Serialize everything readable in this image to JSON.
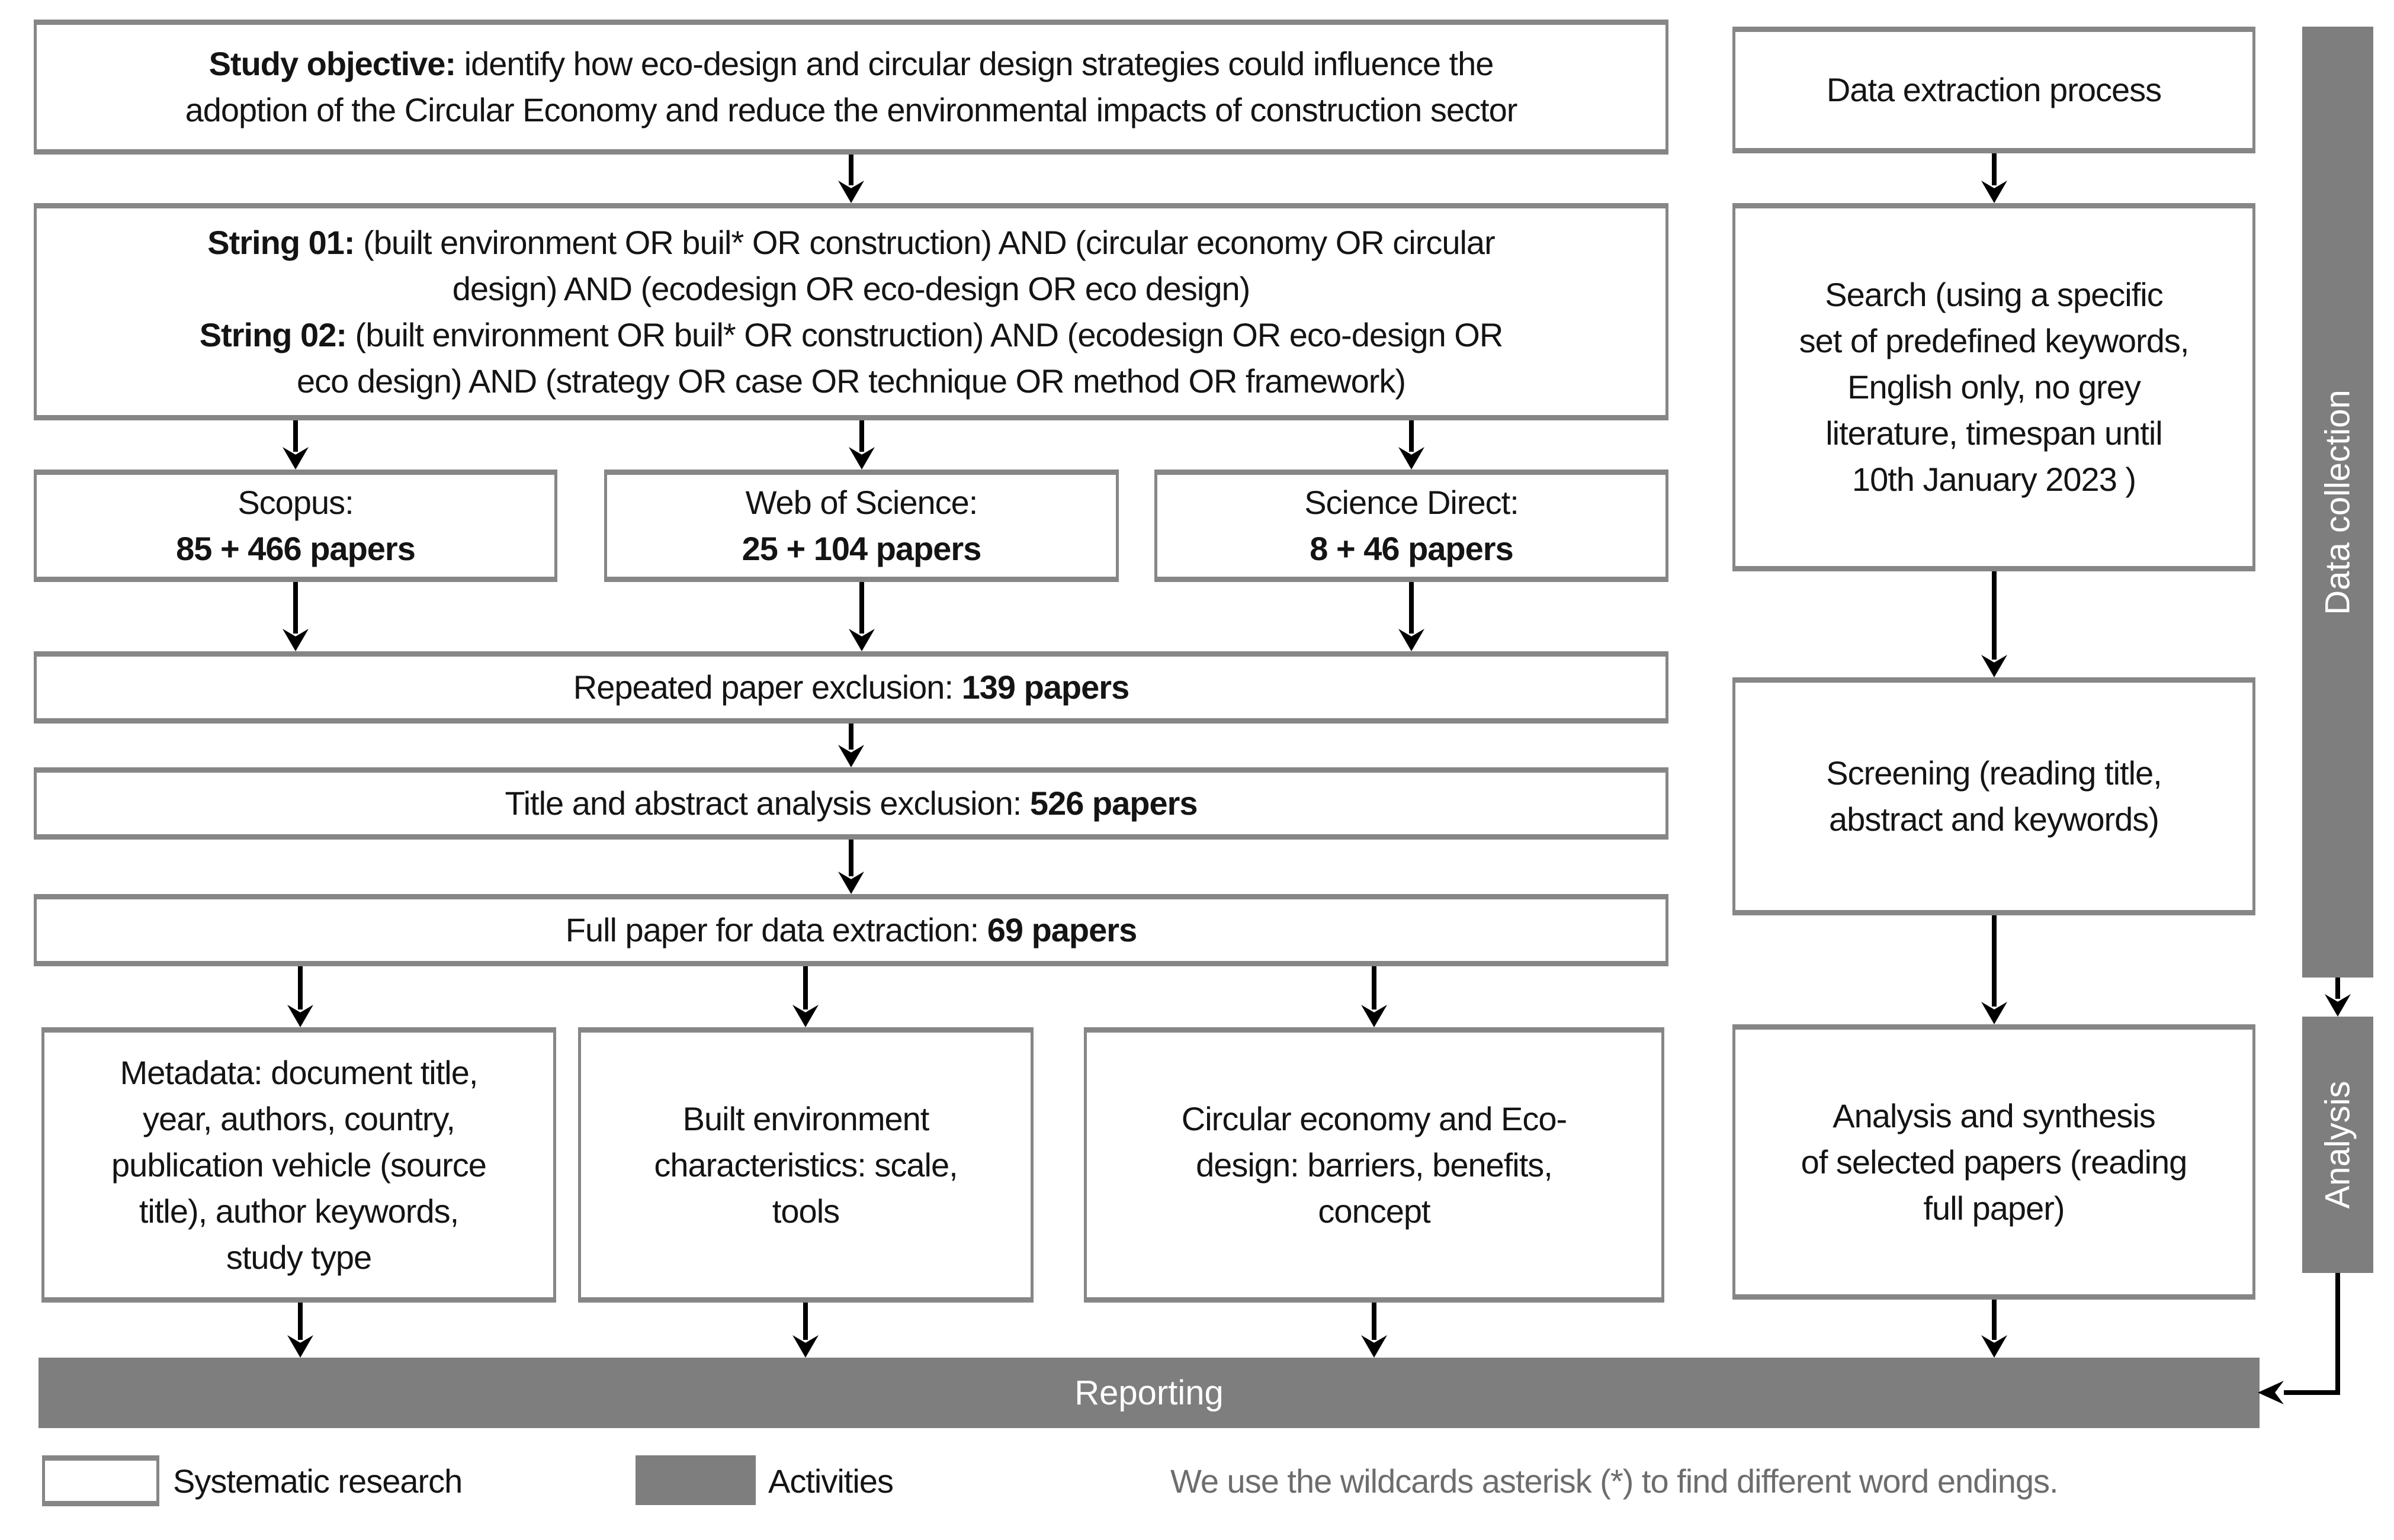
{
  "figure": {
    "study_objective": {
      "lead": "Study objective:",
      "text": " identify how eco-design and circular design strategies could influence the\nadoption of the Circular Economy and reduce the environmental impacts of construction sector"
    },
    "search_strings": {
      "s1_label": "String 01:",
      "s1_text": " (built environment OR buil* OR construction) AND (circular economy OR circular\ndesign) AND (ecodesign OR eco-design OR eco design)\n",
      "s2_label": "String 02:",
      "s2_text": " (built environment OR buil* OR construction) AND (ecodesign OR eco-design OR\neco design) AND (strategy OR case OR technique OR method OR framework)"
    },
    "databases": [
      {
        "name": "Scopus:",
        "papers": "85 + 466 papers"
      },
      {
        "name": "Web of Science:",
        "papers": "25 + 104 papers"
      },
      {
        "name": "Science Direct:",
        "papers": "8 + 46 papers"
      }
    ],
    "filters": [
      {
        "label": "Repeated paper exclusion: ",
        "count": "139 papers"
      },
      {
        "label": "Title and abstract analysis exclusion: ",
        "count": "526 papers"
      },
      {
        "label": "Full paper for data extraction: ",
        "count": "69 papers"
      }
    ],
    "data_boxes": [
      {
        "text": "Metadata: document title,\nyear, authors, country,\npublication vehicle (source\ntitle), author keywords,\nstudy type"
      },
      {
        "text": "Built environment\ncharacteristics: scale,\ntools"
      },
      {
        "text": "Circular economy and Eco-\ndesign: barriers, benefits,\nconcept"
      }
    ],
    "process": {
      "title": "Data extraction process",
      "search": "Search (using a specific\nset of predefined keywords,\nEnglish only, no grey\nliterature, timespan until\n10th January 2023 )",
      "screening": "Screening (reading title,\nabstract and keywords)",
      "analysis": "Analysis and synthesis\nof selected papers (reading\nfull paper)"
    },
    "phases": {
      "data_collection": "Data collection",
      "analysis": "Analysis"
    },
    "reporting": "Reporting",
    "legend": {
      "systematic_research": "Systematic research",
      "activities": "Activities",
      "note": "We use the wildcards asterisk (*) to find different word endings."
    },
    "colors": {
      "fill_gray": "#7e7e7e",
      "border_gray": "#868686",
      "note_gray": "#6d6d6d"
    }
  }
}
